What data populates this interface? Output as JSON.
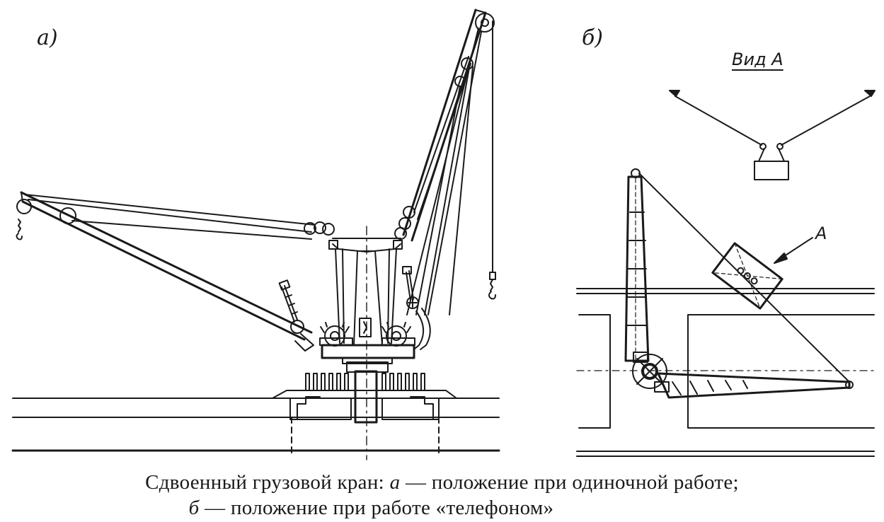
{
  "labels": {
    "panel_a": "а)",
    "panel_b": "б)",
    "view_a": "Вид А",
    "arrow_a": "А"
  },
  "caption": {
    "line1_prefix": "Сдвоенный грузовой кран: ",
    "line1_letter": "а",
    "line1_text": " — положение при одиночной работе;",
    "line2_letter": "б",
    "line2_text": " — положение при работе «телефоном»"
  },
  "colors": {
    "ink": "#1a1a1a",
    "paper": "#ffffff"
  }
}
